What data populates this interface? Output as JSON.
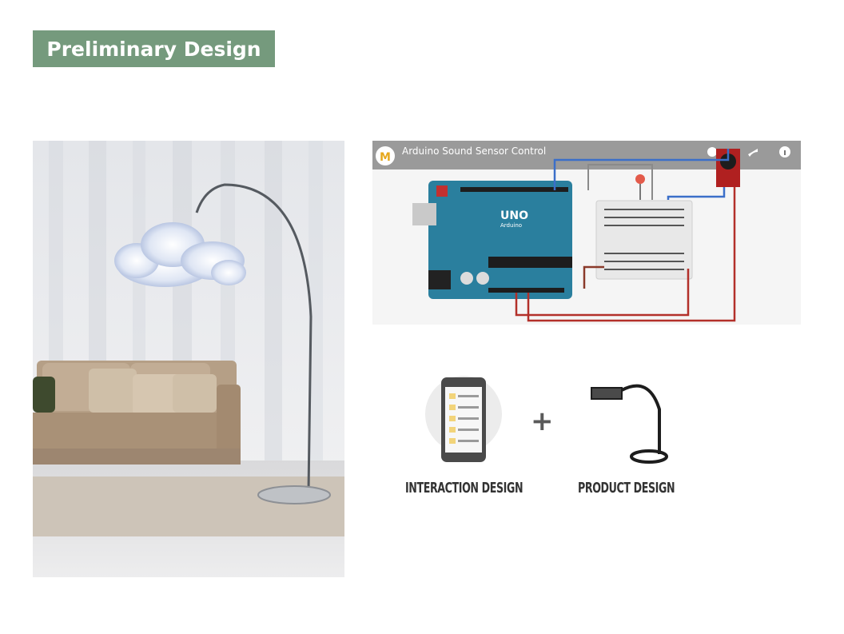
{
  "slide": {
    "title": "Preliminary Design"
  },
  "video": {
    "title": "Arduino Sound Sensor Control",
    "board_label": "UNO",
    "brand_label": "Arduino"
  },
  "concept": {
    "left_label": "INTERACTION DESIGN",
    "operator": "+",
    "right_label": "PRODUCT DESIGN"
  },
  "colors": {
    "banner": "#759a7d",
    "arduino_board": "#2a7f9e",
    "wire_blue": "#3b6fc9",
    "wire_red": "#b3302a"
  }
}
